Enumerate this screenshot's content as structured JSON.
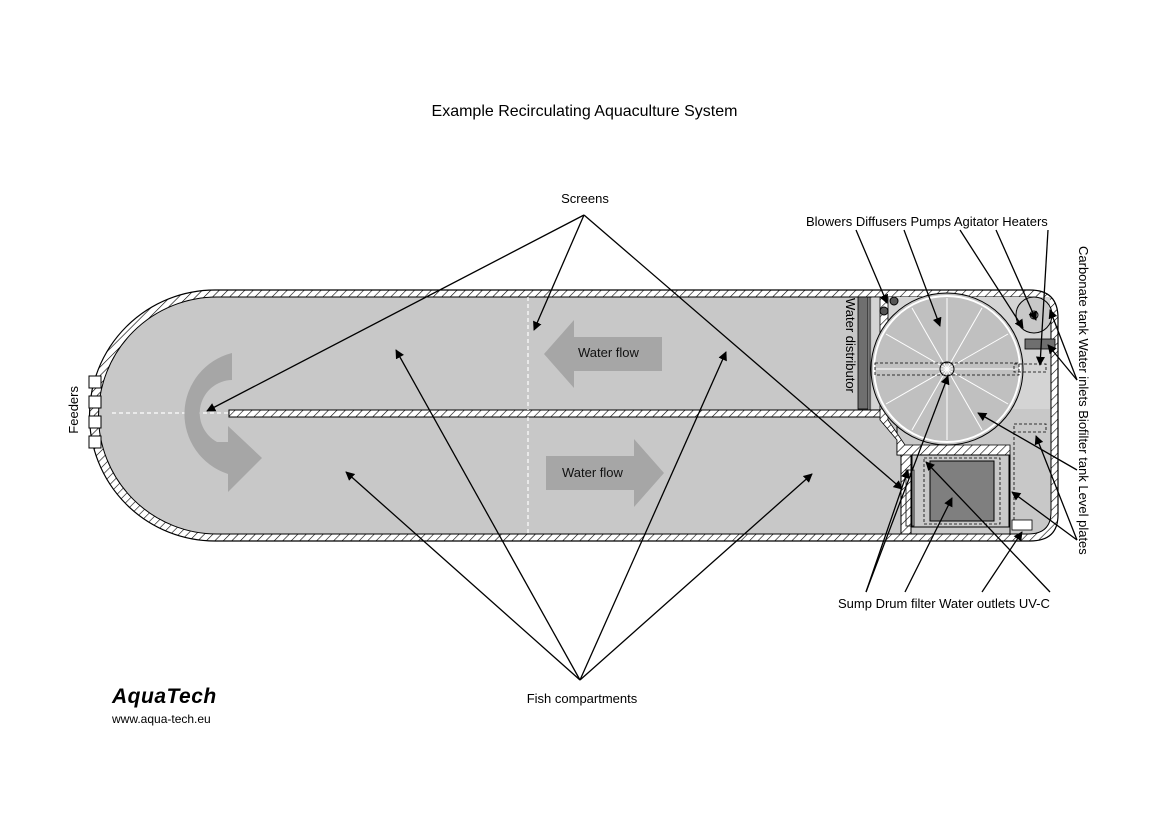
{
  "title": "Example Recirculating Aquaculture System",
  "labels": {
    "screens": "Screens",
    "top_equipment": "Blowers Diffusers Pumps Agitator Heaters",
    "bottom_equipment": "Sump Drum filter Water outlets UV-C",
    "fish_compartments": "Fish compartments",
    "right_side": "Carbonate tank Water inlets Biofilter tank Level plates",
    "feeders": "Feeders",
    "water_distributor": "Water distributor",
    "water_flow_top": "Water flow",
    "water_flow_bottom": "Water flow"
  },
  "brand": {
    "logo": "AquaTech",
    "url": "www.aqua-tech.eu"
  },
  "colors": {
    "water": "#c8c8c8",
    "arrow_fill": "#a6a6a6",
    "drum_filter": "#7f7f7f",
    "wall": "#000000"
  }
}
